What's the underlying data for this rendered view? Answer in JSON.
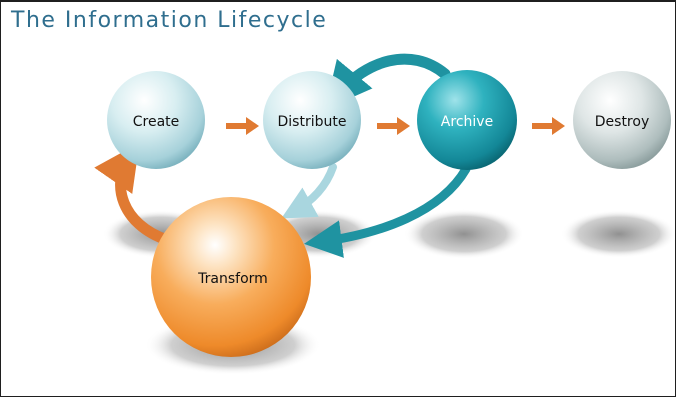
{
  "title": "The Information Lifecycle",
  "nodes": {
    "create": "Create",
    "distribute": "Distribute",
    "archive": "Archive",
    "destroy": "Destroy",
    "transform": "Transform"
  },
  "colors": {
    "title": "#2f6e8e",
    "pale_sphere": "#bfe0e6",
    "teal_sphere": "#1f9aa8",
    "gray_sphere": "#c8d2d2",
    "orange_sphere": "#f39a3a",
    "orange_arrow": "#e07a32",
    "teal_arrow": "#1f93a1",
    "light_arrow": "#a9d6df"
  }
}
